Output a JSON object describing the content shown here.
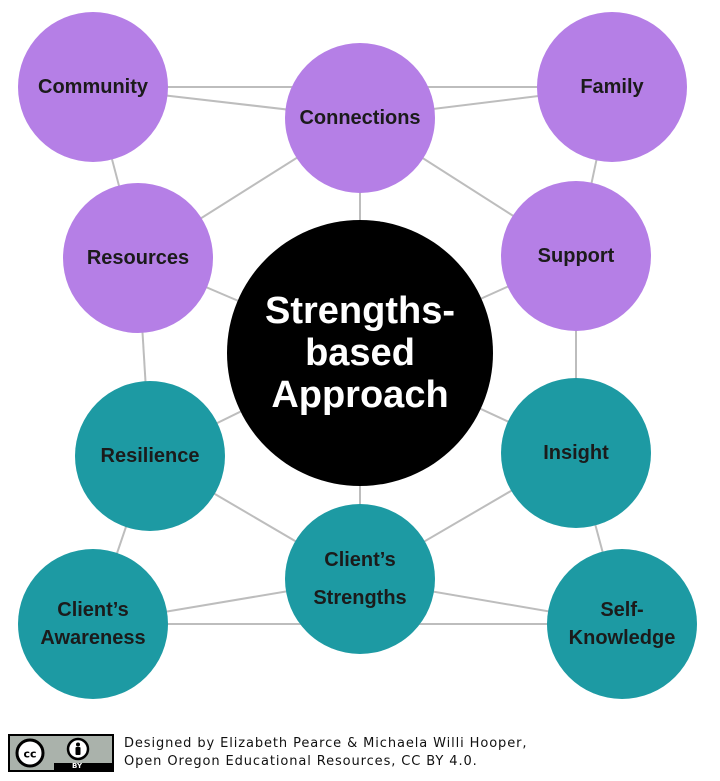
{
  "diagram": {
    "center": {
      "lines": [
        "Strengths-",
        "based",
        "Approach"
      ]
    },
    "nodes": [
      {
        "id": "community",
        "lines": [
          "Community"
        ],
        "group": "environment"
      },
      {
        "id": "connections",
        "lines": [
          "Connections"
        ],
        "group": "environment"
      },
      {
        "id": "family",
        "lines": [
          "Family"
        ],
        "group": "environment"
      },
      {
        "id": "resources",
        "lines": [
          "Resources"
        ],
        "group": "environment"
      },
      {
        "id": "support",
        "lines": [
          "Support"
        ],
        "group": "environment"
      },
      {
        "id": "resilience",
        "lines": [
          "Resilience"
        ],
        "group": "personal"
      },
      {
        "id": "insight",
        "lines": [
          "Insight"
        ],
        "group": "personal"
      },
      {
        "id": "clients-strengths",
        "lines": [
          "Client’s",
          "Strengths"
        ],
        "group": "personal"
      },
      {
        "id": "clients-awareness",
        "lines": [
          "Client’s",
          "Awareness"
        ],
        "group": "personal"
      },
      {
        "id": "self-knowledge",
        "lines": [
          "Self-",
          "Knowledge"
        ],
        "group": "personal"
      }
    ],
    "edges": [
      [
        "community",
        "family"
      ],
      [
        "community",
        "connections"
      ],
      [
        "connections",
        "family"
      ],
      [
        "community",
        "resources"
      ],
      [
        "family",
        "support"
      ],
      [
        "connections",
        "resources"
      ],
      [
        "connections",
        "support"
      ],
      [
        "connections",
        "center"
      ],
      [
        "resources",
        "center"
      ],
      [
        "support",
        "center"
      ],
      [
        "resources",
        "resilience"
      ],
      [
        "support",
        "insight"
      ],
      [
        "resilience",
        "center"
      ],
      [
        "insight",
        "center"
      ],
      [
        "clients-strengths",
        "center"
      ],
      [
        "resilience",
        "clients-strengths"
      ],
      [
        "insight",
        "clients-strengths"
      ],
      [
        "resilience",
        "clients-awareness"
      ],
      [
        "insight",
        "self-knowledge"
      ],
      [
        "clients-strengths",
        "clients-awareness"
      ],
      [
        "clients-strengths",
        "self-knowledge"
      ],
      [
        "clients-awareness",
        "self-knowledge"
      ]
    ],
    "colors": {
      "environment": "#b57fe6",
      "personal": "#1d9aa3",
      "center": "#000000",
      "node_text": "#1b1b1b",
      "center_text": "#ffffff",
      "line": "#bdbdbd"
    }
  },
  "license": {
    "badge_label": "BY",
    "cc_icon": "creative-commons-icon",
    "by_icon": "attribution-person-icon",
    "line1": "Designed by Elizabeth Pearce & Michaela Willi Hooper,",
    "line2": "Open Oregon Educational Resources, CC BY 4.0."
  }
}
